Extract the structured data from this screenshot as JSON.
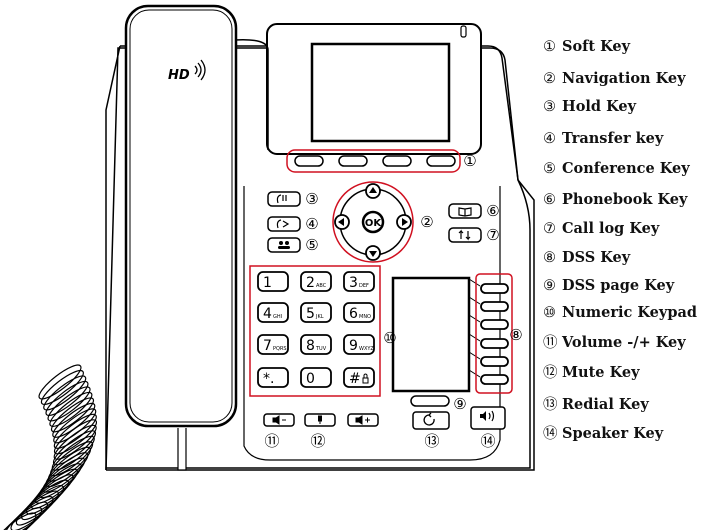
{
  "diagram": {
    "logo_text": "HD",
    "nav_ok_label": "OK",
    "keypad": [
      {
        "main": "1",
        "sub": ""
      },
      {
        "main": "2",
        "sub": "ABC"
      },
      {
        "main": "3",
        "sub": "DEF"
      },
      {
        "main": "4",
        "sub": "GHI"
      },
      {
        "main": "5",
        "sub": "JKL"
      },
      {
        "main": "6",
        "sub": "MNO"
      },
      {
        "main": "7",
        "sub": "PQRS"
      },
      {
        "main": "8",
        "sub": "TUV"
      },
      {
        "main": "9",
        "sub": "WXYZ"
      },
      {
        "main": "*.",
        "sub": ""
      },
      {
        "main": "0",
        "sub": ""
      },
      {
        "main": "#",
        "sub": ""
      }
    ],
    "callouts": [
      "①",
      "②",
      "③",
      "④",
      "⑤",
      "⑥",
      "⑦",
      "⑧",
      "⑨",
      "⑩",
      "⑪",
      "⑫",
      "⑬",
      "⑭"
    ],
    "legend": [
      {
        "num": "①",
        "label": "Soft Key"
      },
      {
        "num": "②",
        "label": "Navigation Key"
      },
      {
        "num": "③",
        "label": "Hold Key"
      },
      {
        "num": "④",
        "label": "Transfer key"
      },
      {
        "num": "⑤",
        "label": "Conference Key"
      },
      {
        "num": "⑥",
        "label": "Phonebook Key"
      },
      {
        "num": "⑦",
        "label": "Call log Key"
      },
      {
        "num": "⑧",
        "label": "DSS Key"
      },
      {
        "num": "⑨",
        "label": "DSS page Key"
      },
      {
        "num": "⑩",
        "label": "Numeric Keypad"
      },
      {
        "num": "⑪",
        "label": "Volume -/+ Key"
      },
      {
        "num": "⑫",
        "label": "Mute Key"
      },
      {
        "num": "⑬",
        "label": "Redial Key"
      },
      {
        "num": "⑭",
        "label": "Speaker Key"
      }
    ]
  }
}
